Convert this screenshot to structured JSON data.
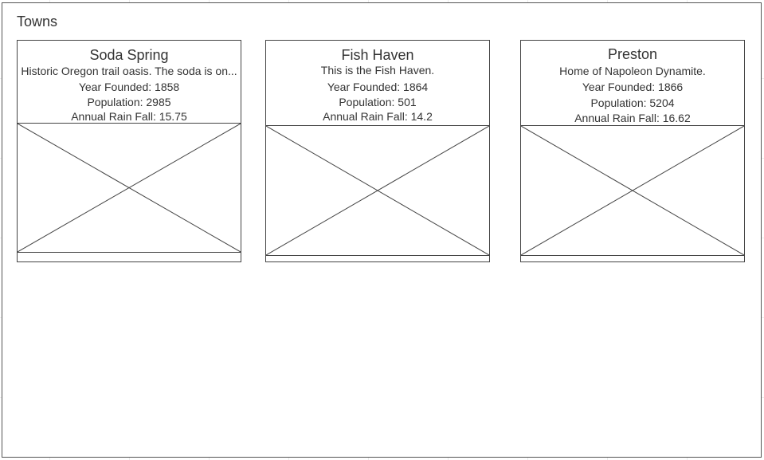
{
  "page": {
    "title": "Towns"
  },
  "towns": [
    {
      "name": "Soda Spring",
      "description": "Historic Oregon trail oasis. The soda is on...",
      "year_founded": "Year Founded: 1858",
      "population": "Population: 2985",
      "annual_rain_fall": "Annual Rain Fall: 15.75"
    },
    {
      "name": "Fish Haven",
      "description": "This is the Fish Haven.",
      "year_founded": "Year Founded: 1864",
      "population": "Population: 501",
      "annual_rain_fall": "Annual Rain Fall: 14.2"
    },
    {
      "name": "Preston",
      "description": "Home of Napoleon Dynamite.",
      "year_founded": "Year Founded: 1866",
      "population": "Population: 5204",
      "annual_rain_fall": "Annual Rain Fall: 16.62"
    }
  ]
}
